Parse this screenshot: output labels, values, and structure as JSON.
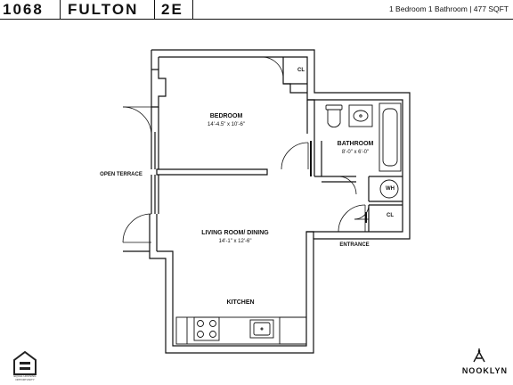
{
  "header": {
    "unit_number": "1068",
    "street": "FULTON",
    "apartment": "2E",
    "summary": "1 Bedroom  1 Bathroom  |  477 SQFT"
  },
  "rooms": {
    "bedroom": {
      "name": "BEDROOM",
      "dimensions": "14'-4.5\" x 10'-6\""
    },
    "bathroom": {
      "name": "BATHROOM",
      "dimensions": "8'-0\" x 6'-0\""
    },
    "living": {
      "name": "LIVING ROOM/ DINING",
      "dimensions": "14'-1\" x 12'-6\""
    },
    "kitchen": {
      "name": "KITCHEN"
    }
  },
  "labels": {
    "open_terrace": "OPEN TERRACE",
    "entrance": "ENTRANCE",
    "closet": "CL",
    "water_heater": "WH"
  },
  "branding": {
    "equal_housing_text": "EQUAL HOUSING OPPORTUNITY",
    "nooklyn": "NOOKLYN"
  },
  "colors": {
    "line": "#111111",
    "background": "#ffffff"
  }
}
